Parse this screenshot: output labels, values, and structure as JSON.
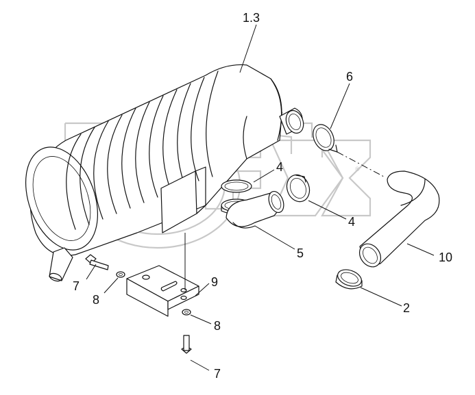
{
  "callouts": {
    "c13": "1.3",
    "c6": "6",
    "c4a": "4",
    "c4b": "4",
    "c5": "5",
    "c10": "10",
    "c2": "2",
    "c7a": "7",
    "c8a": "8",
    "c9": "9",
    "c8b": "8",
    "c7b": "7"
  }
}
